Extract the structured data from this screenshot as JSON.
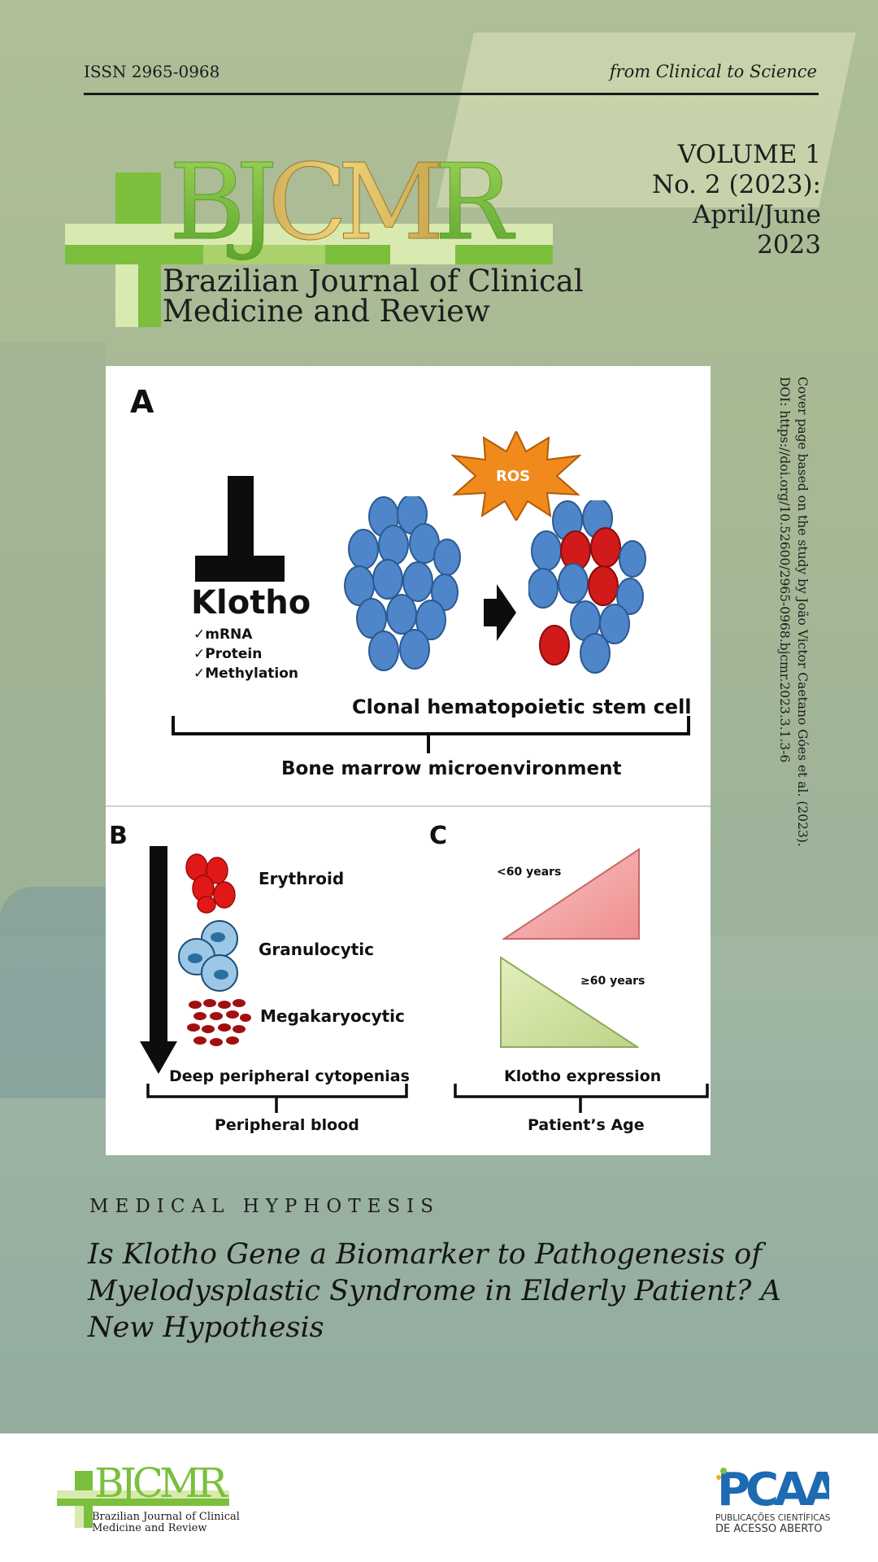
{
  "header": {
    "issn": "ISSN 2965-0968",
    "tagline": "from Clinical to Science",
    "volume_lines": [
      "VOLUME 1",
      "No. 2 (2023):",
      "April/June",
      "2023"
    ]
  },
  "journal": {
    "acronym": "BJCMR",
    "name_lines": [
      "Brazilian Journal of Clinical",
      "Medicine and Review"
    ]
  },
  "figure": {
    "panel_a": {
      "letter": "A",
      "klotho": "Klotho",
      "checks": [
        "✓mRNA",
        "✓Protein",
        "✓Methylation"
      ],
      "ros": "ROS",
      "cell_label": "Clonal hematopoietic stem cell",
      "bracket_label": "Bone marrow microenvironment"
    },
    "panel_b": {
      "letter": "B",
      "lineages": [
        "Erythroid",
        "Granulocytic",
        "Megakaryocytic"
      ],
      "arrow_label": "Deep peripheral cytopenias",
      "bracket_label": "Peripheral blood"
    },
    "panel_c": {
      "letter": "C",
      "young": "<60 years",
      "old": "≥60 years",
      "expression_label": "Klotho expression",
      "bracket_label": "Patient’s Age"
    }
  },
  "side_note": {
    "line1": "Cover page based on the study by João Victor Caetano Góes  et al. (2023).",
    "line2": "DOI: https://doi.org/10.52600/2965-0968.bjcmr.2023.3.1.3-6"
  },
  "article": {
    "section": "MEDICAL HYPHOTESIS",
    "title": "Is Klotho Gene a Biomarker to Pathogenesis of Myelodysplastic Syndrome in Elderly Patient? A New Hypothesis"
  },
  "footer": {
    "logo_acronym": "BJCMR",
    "logo_lines": [
      "Brazilian Journal of Clinical",
      "Medicine and Review"
    ],
    "publisher_acronym": "PCAA",
    "publisher_lines": [
      "PUBLICAÇÕES CIENTÍFICAS",
      "DE ACESSO ABERTO"
    ]
  },
  "colors": {
    "green_dark": "#7bbf3c",
    "green_light": "#d9eab0",
    "gold": "#c9a040",
    "cell_blue": "#4f86c9",
    "cell_red": "#d11a1a",
    "ros_orange": "#f08a1c",
    "pink": "#f5a8a8",
    "lime": "#cfe3a0"
  }
}
